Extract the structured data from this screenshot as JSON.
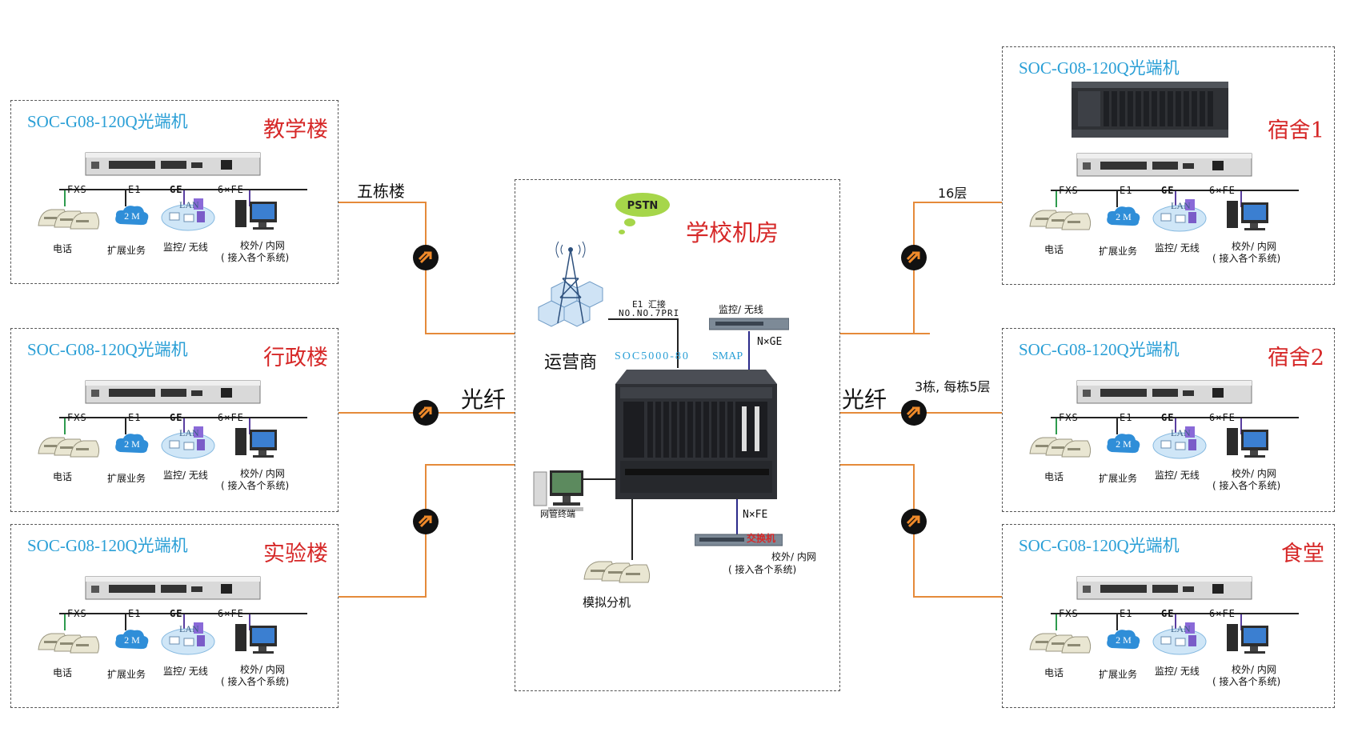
{
  "terminal_title": "SOC-G08-120Q光端机",
  "ports": {
    "fxs": "FXS",
    "e1": "E1",
    "ge": "GE",
    "fe": "6×FE"
  },
  "lan": "LAN",
  "cloud_2m": "2 M",
  "devices": {
    "phone": "电话",
    "expansion": "扩展业务",
    "monitor": "监控/ 无线",
    "external_line1": "校外/ 内网",
    "external_line2": "( 接入各个系统)"
  },
  "buildings": {
    "teaching": "教学楼",
    "admin": "行政楼",
    "lab": "实验楼",
    "dorm1": "宿舍1",
    "dorm2": "宿舍2",
    "canteen": "食堂"
  },
  "links": {
    "five_buildings": "五栋楼",
    "fiber_left": "光纤",
    "fiber_right": "光纤",
    "floors16": "16层",
    "three_buildings": "3栋, 每栋5层"
  },
  "center": {
    "title": "学校机房",
    "pstn": "PSTN",
    "operator": "运营商",
    "e1_line1": "E1 汇接",
    "e1_line2": "NO.NO.7PRI",
    "soc_label": "SOC5000-80",
    "smap": "SMAP",
    "monitor": "监控/ 无线",
    "nxge": "N×GE",
    "nxfe": "N×FE",
    "switch": "交换机",
    "nms": "网管终端",
    "analog": "模拟分机",
    "external_line1": "校外/ 内网",
    "external_line2": "( 接入各个系统)"
  },
  "colors": {
    "title_blue": "#2a9fd6",
    "building_red": "#d62828",
    "fiber_orange": "#e58a3a",
    "drop_green": "#2e9b4e",
    "drop_purple": "#5a3fa0"
  }
}
